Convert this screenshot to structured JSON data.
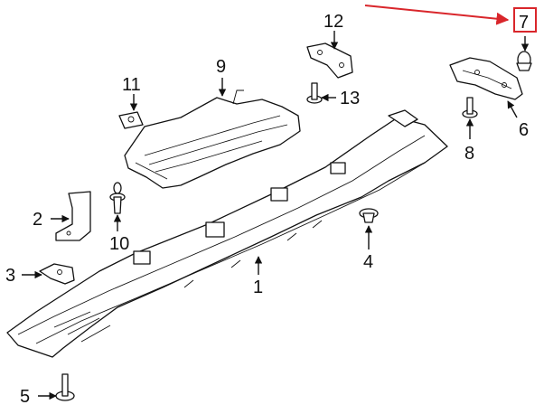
{
  "diagram": {
    "callouts": [
      "1",
      "2",
      "3",
      "4",
      "5",
      "6",
      "7",
      "8",
      "9",
      "10",
      "11",
      "12",
      "13"
    ],
    "highlighted": "7",
    "highlight_color": "#d9262b",
    "line_color": "#111111",
    "background": "#ffffff"
  }
}
